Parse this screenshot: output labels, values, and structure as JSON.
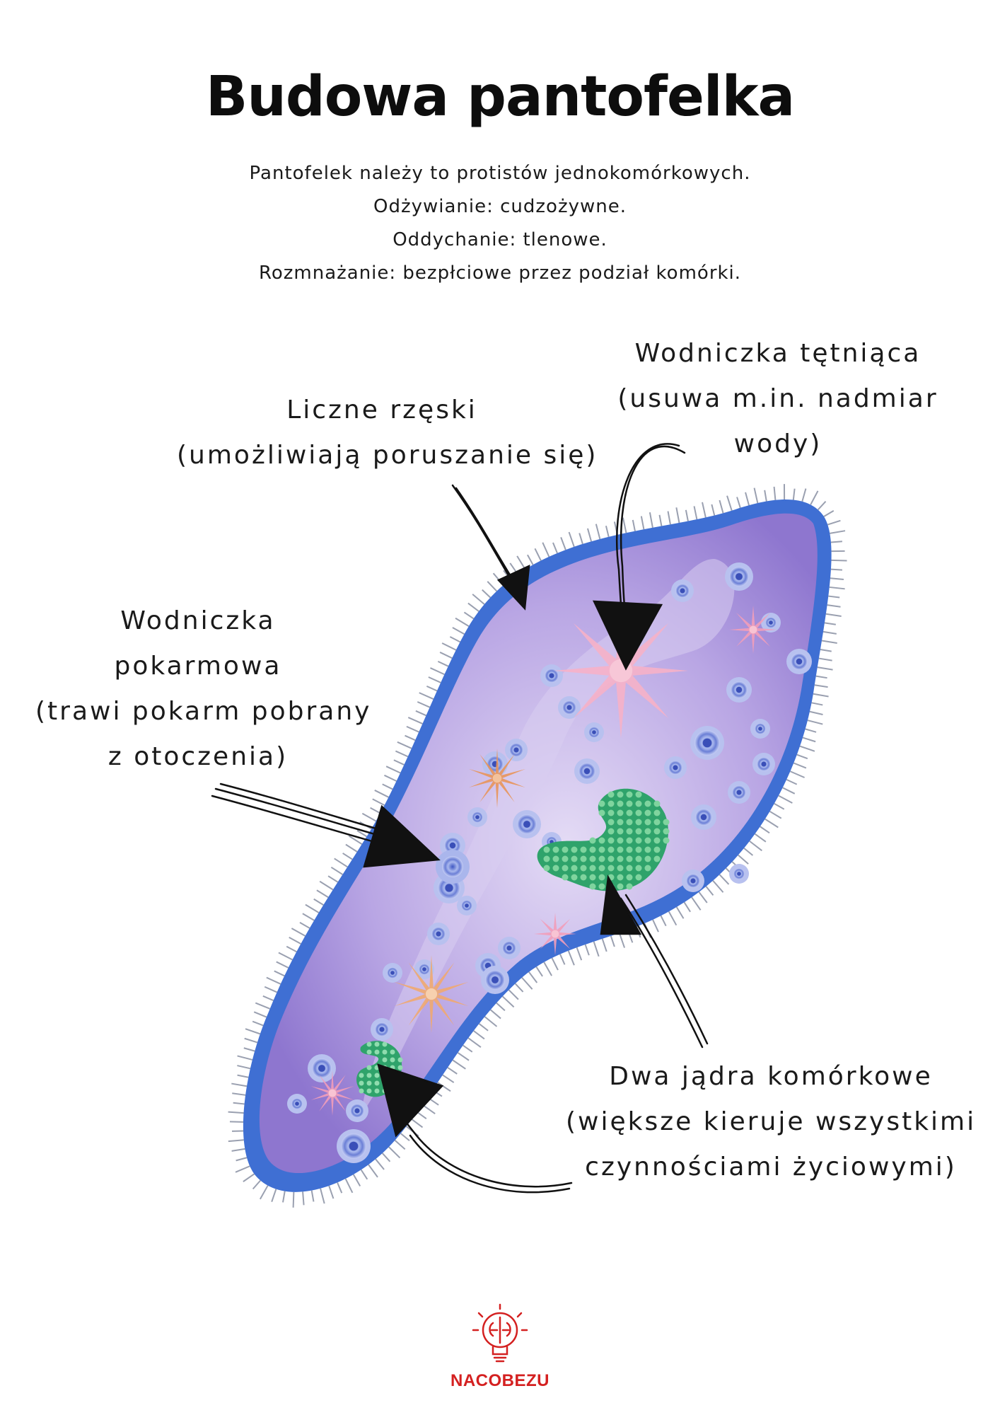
{
  "title": "Budowa pantofelka",
  "intro": [
    "Pantofelek należy to protistów jednokomórkowych.",
    "Odżywianie: cudzożywne.",
    "Oddychanie: tlenowe.",
    "Rozmnażanie: bezpłciowe przez podział komórki."
  ],
  "labels": {
    "cilia": [
      "Liczne rzęski",
      "(umożliwiają poruszanie się)"
    ],
    "contractile_vacuole": [
      "Wodniczka tętniąca",
      "(usuwa m.in. nadmiar",
      "wody)"
    ],
    "food_vacuole": [
      "Wodniczka",
      "pokarmowa",
      "(trawi pokarm pobrany",
      "z otoczenia)"
    ],
    "nuclei": [
      "Dwa jądra komórkowe",
      "(większe kieruje wszystkimi",
      "czynnościami życiowymi)"
    ]
  },
  "logo": {
    "text": "NACOBEZU",
    "icon": "lightbulb-brain-icon"
  },
  "colors": {
    "membrane": "#3d6fd0",
    "cytoplasm": "#9b86d6",
    "nucleus": "#2fa36b",
    "vacuole": "#5a6fc7",
    "star_pink": "#f4a6c0",
    "star_orange": "#f0a060",
    "brand": "#d42020"
  }
}
